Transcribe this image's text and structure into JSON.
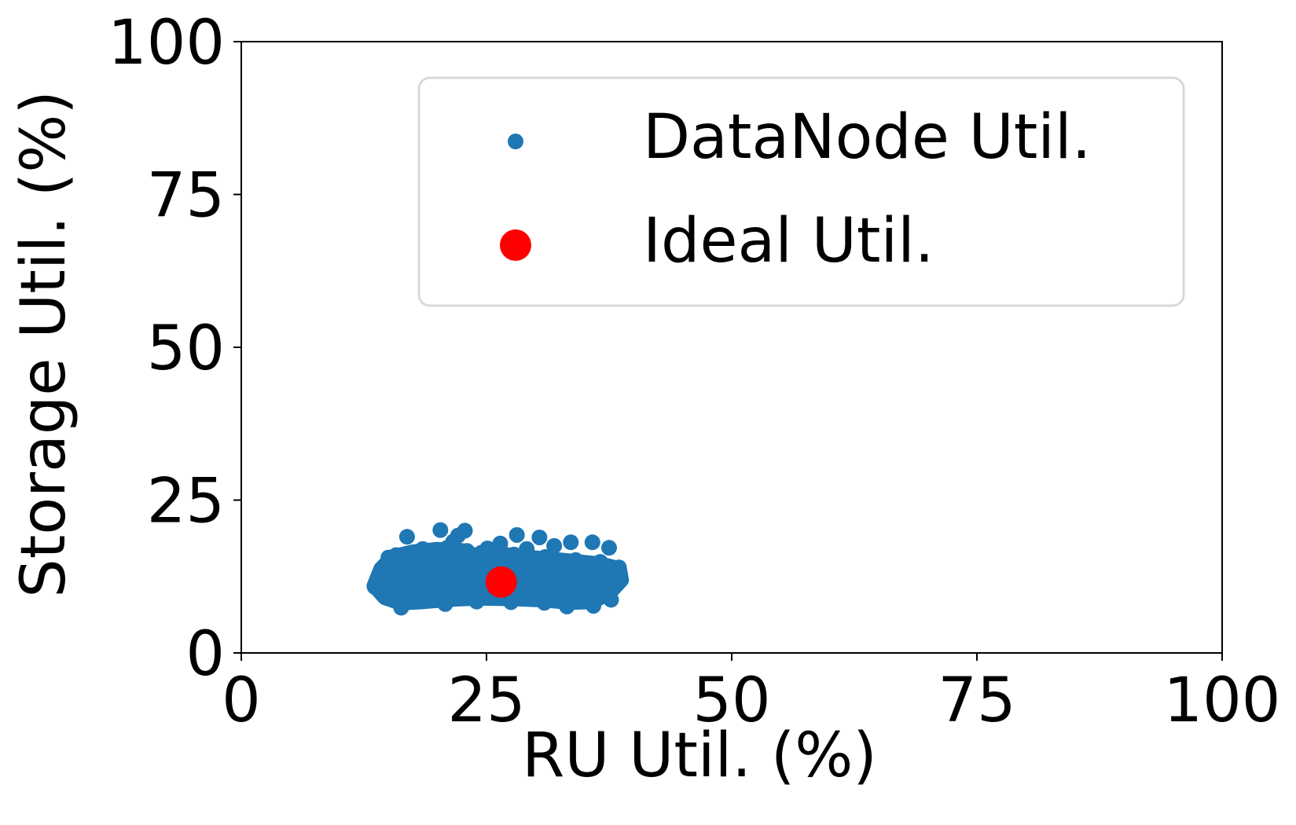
{
  "chart_data": {
    "type": "scatter",
    "xlabel": "RU Util. (%)",
    "ylabel": "Storage Util. (%)",
    "xlim": [
      0,
      100
    ],
    "ylim": [
      0,
      100
    ],
    "xticks": [
      "0",
      "25",
      "50",
      "75",
      "100"
    ],
    "yticks": [
      "0",
      "25",
      "50",
      "75",
      "100"
    ],
    "xtick_values": [
      0,
      25,
      50,
      75,
      100
    ],
    "ytick_values": [
      0,
      25,
      50,
      75,
      100
    ],
    "grid": false,
    "legend_position": "top-right",
    "series": [
      {
        "name": "DataNode Util.",
        "color": "#1f77b4",
        "points": [
          [
            16.9,
            19.0
          ],
          [
            20.3,
            20.1
          ],
          [
            22.8,
            20.0
          ],
          [
            28.1,
            19.3
          ],
          [
            30.4,
            18.9
          ],
          [
            26.4,
            17.9
          ],
          [
            33.6,
            18.1
          ],
          [
            35.8,
            18.1
          ],
          [
            37.5,
            17.2
          ],
          [
            31.9,
            17.5
          ],
          [
            29.1,
            17.0
          ],
          [
            25.1,
            17.1
          ],
          [
            23.0,
            16.7
          ],
          [
            22.1,
            19.2
          ],
          [
            21.6,
            18.2
          ],
          [
            17.2,
            16.3
          ],
          [
            15.0,
            15.6
          ],
          [
            15.8,
            16.0
          ],
          [
            38.5,
            14.0
          ],
          [
            38.1,
            12.0
          ],
          [
            37.7,
            8.7
          ],
          [
            35.9,
            7.7
          ],
          [
            33.2,
            7.6
          ],
          [
            30.9,
            8.2
          ],
          [
            27.5,
            8.3
          ],
          [
            24.0,
            8.4
          ],
          [
            20.8,
            8.0
          ],
          [
            16.3,
            7.4
          ],
          [
            13.6,
            10.8
          ],
          [
            14.3,
            13.5
          ],
          [
            18.5,
            17.0
          ],
          [
            19.6,
            16.7
          ],
          [
            21.0,
            17.2
          ],
          [
            24.5,
            16.4
          ],
          [
            27.8,
            16.1
          ],
          [
            31.0,
            15.7
          ],
          [
            34.1,
            15.2
          ],
          [
            36.6,
            14.9
          ]
        ],
        "blob_polygon": [
          [
            13.5,
            11.0
          ],
          [
            14.2,
            13.8
          ],
          [
            15.4,
            15.8
          ],
          [
            17.5,
            16.6
          ],
          [
            20.0,
            17.0
          ],
          [
            22.5,
            16.8
          ],
          [
            24.3,
            15.8
          ],
          [
            25.8,
            16.6
          ],
          [
            27.5,
            16.0
          ],
          [
            30.0,
            15.6
          ],
          [
            32.3,
            15.3
          ],
          [
            34.8,
            14.9
          ],
          [
            36.7,
            14.6
          ],
          [
            38.6,
            13.8
          ],
          [
            38.8,
            11.9
          ],
          [
            37.6,
            9.8
          ],
          [
            35.8,
            8.3
          ],
          [
            33.4,
            8.2
          ],
          [
            30.8,
            8.6
          ],
          [
            27.7,
            8.8
          ],
          [
            24.4,
            8.9
          ],
          [
            21.4,
            8.7
          ],
          [
            18.4,
            8.3
          ],
          [
            16.2,
            8.1
          ],
          [
            14.6,
            9.0
          ]
        ]
      },
      {
        "name": "Ideal Util.",
        "color": "#ff0000",
        "points": [
          [
            26.5,
            11.6
          ]
        ]
      }
    ]
  }
}
